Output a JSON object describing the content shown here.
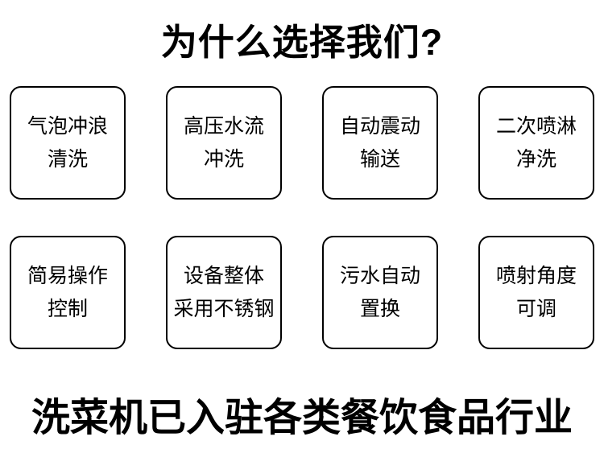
{
  "page": {
    "title": "为什么选择我们?",
    "footer_title": "洗菜机已入驻各类餐饮食品行业"
  },
  "features": [
    {
      "line1": "气泡冲浪",
      "line2": "清洗"
    },
    {
      "line1": "高压水流",
      "line2": "冲洗"
    },
    {
      "line1": "自动震动",
      "line2": "输送"
    },
    {
      "line1": "二次喷淋",
      "line2": "净洗"
    },
    {
      "line1": "简易操作",
      "line2": "控制"
    },
    {
      "line1": "设备整体",
      "line2": "采用不锈钢"
    },
    {
      "line1": "污水自动",
      "line2": "置换"
    },
    {
      "line1": "喷射角度",
      "line2": "可调"
    }
  ],
  "colors": {
    "text": "#000000",
    "border": "#000000",
    "background": "#ffffff"
  }
}
